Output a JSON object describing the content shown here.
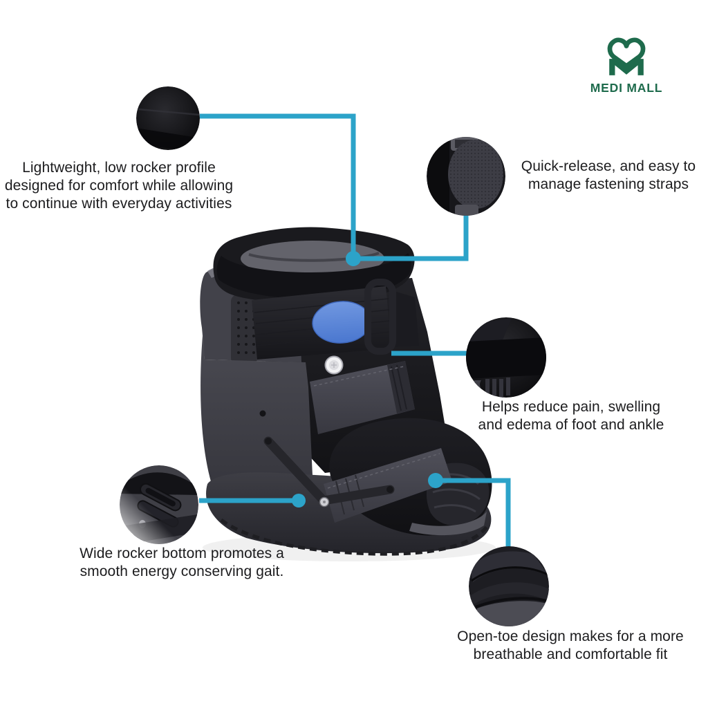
{
  "brand": {
    "name": "MEDI MALL"
  },
  "colors": {
    "accent": "#2CA3C9",
    "brand_green": "#1E6B4C",
    "blue_patch": "#5581D6"
  },
  "callouts": [
    {
      "id": "lightweight",
      "lines": [
        "Lightweight, low rocker profile",
        "designed for comfort while allowing",
        "to continue with everyday activities"
      ]
    },
    {
      "id": "quick-release",
      "lines": [
        "Quick-release, and easy to",
        "manage fastening straps"
      ]
    },
    {
      "id": "pain-relief",
      "lines": [
        "Helps reduce pain, swelling",
        "and edema of foot and ankle"
      ]
    },
    {
      "id": "rocker-bottom",
      "lines": [
        "Wide rocker bottom promotes a",
        "smooth energy conserving gait."
      ]
    },
    {
      "id": "open-toe",
      "lines": [
        "Open-toe design makes for a more",
        "breathable and comfortable fit"
      ]
    }
  ]
}
